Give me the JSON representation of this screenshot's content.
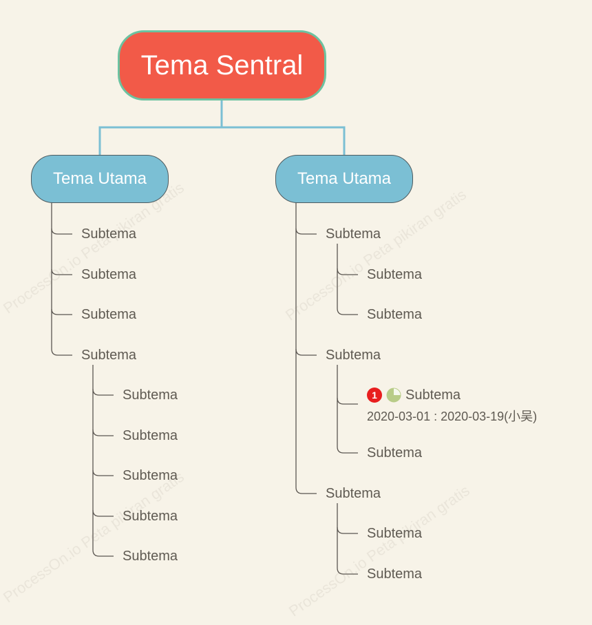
{
  "central": {
    "label": "Tema Sentral"
  },
  "main_topics": [
    {
      "label": "Tema Utama",
      "subtopics": [
        {
          "label": "Subtema"
        },
        {
          "label": "Subtema"
        },
        {
          "label": "Subtema"
        },
        {
          "label": "Subtema",
          "children": [
            "Subtema",
            "Subtema",
            "Subtema",
            "Subtema",
            "Subtema"
          ]
        }
      ]
    },
    {
      "label": "Tema Utama",
      "subtopics": [
        {
          "label": "Subtema",
          "children": [
            "Subtema",
            "Subtema"
          ]
        },
        {
          "label": "Subtema",
          "children": [
            {
              "label": "Subtema",
              "priority": "1",
              "progress_icon": "pie-quarter-icon",
              "dates": "2020-03-01 : 2020-03-19(小吴)"
            },
            {
              "label": "Subtema"
            }
          ]
        },
        {
          "label": "Subtema",
          "children": [
            "Subtema",
            "Subtema"
          ]
        }
      ]
    }
  ],
  "watermark": "ProcessOn.io Peta pikiran gratis",
  "colors": {
    "background": "#f7f3e8",
    "central_fill": "#f25a48",
    "central_border": "#6cc2a0",
    "main_fill": "#7bbfd4",
    "connector_main": "#7bbfd4",
    "connector_sub": "#5a5550",
    "priority_badge": "#e81e1e",
    "progress_icon": "#b8cc88"
  }
}
